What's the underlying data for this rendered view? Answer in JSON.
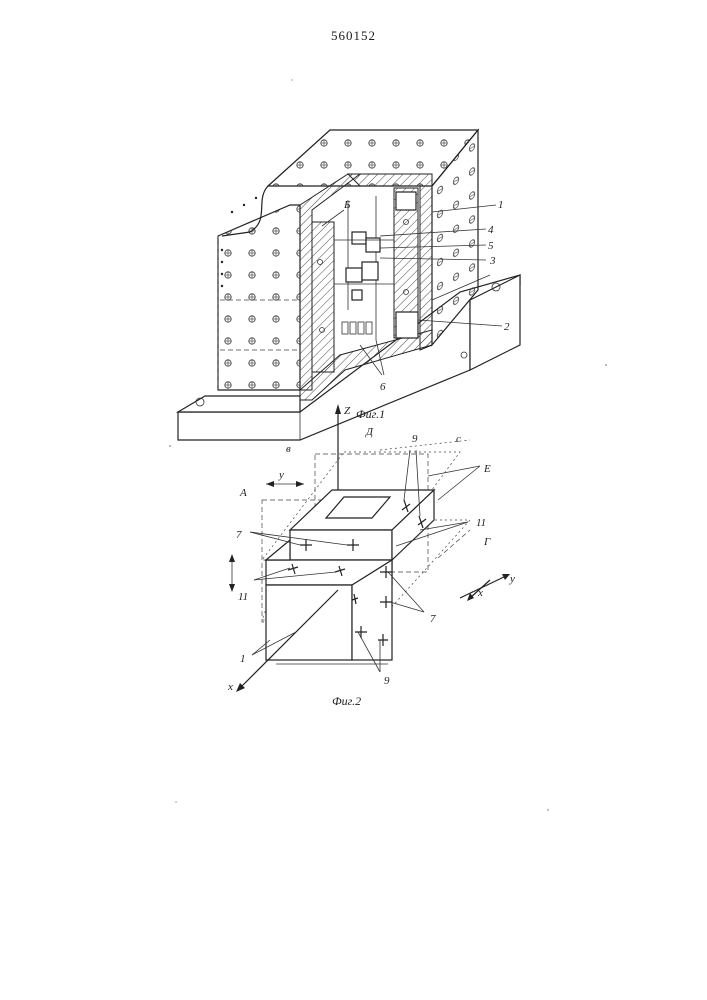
{
  "document": {
    "patent_number": "560152"
  },
  "figure1": {
    "caption": "Фиг.1",
    "labels": {
      "l1": "1",
      "l2": "2",
      "l3": "3",
      "l4": "4",
      "l5": "5",
      "l6": "6",
      "lB_small": "Б"
    }
  },
  "figure2": {
    "caption": "Фиг.2",
    "labels": {
      "axisZ": "Z",
      "axisY": "y",
      "axisX": "x",
      "axisX2": "x",
      "axisY2": "y",
      "planeA": "А",
      "planeB": "в",
      "planeD": "Д",
      "planeC": "с",
      "planeE": "Е",
      "planeG": "Г",
      "n9top": "9",
      "n9bottom": "9",
      "n7left": "7",
      "n7right": "7",
      "n11left": "11",
      "n11right": "11",
      "n1": "1"
    }
  }
}
